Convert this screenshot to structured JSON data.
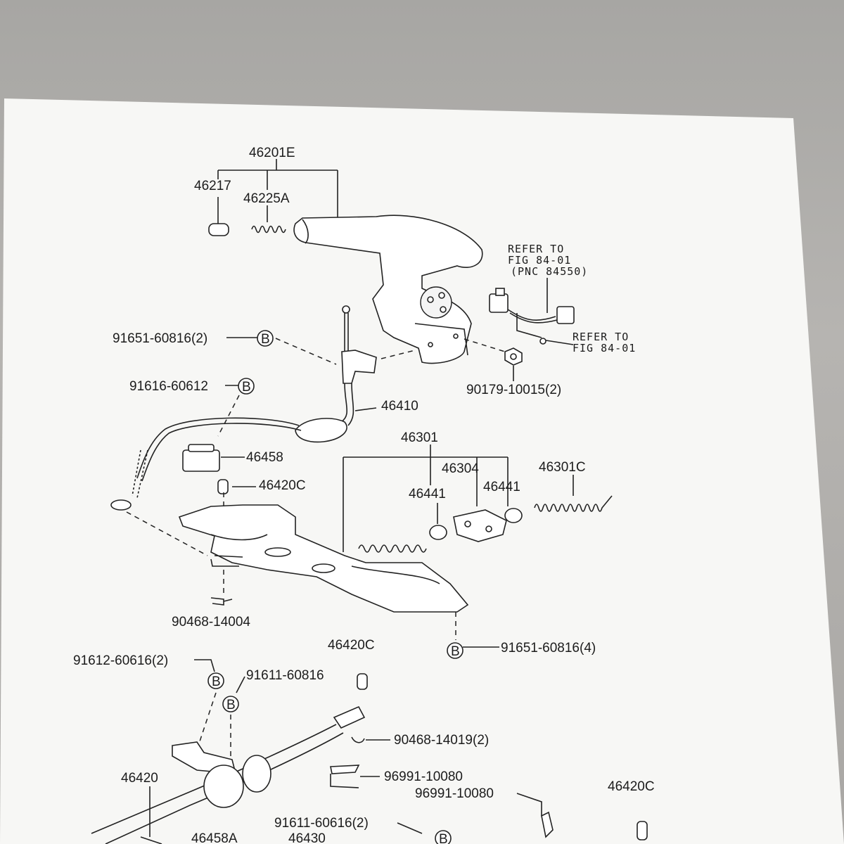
{
  "labels": {
    "l_46201E": "46201E",
    "l_46217": "46217",
    "l_46225A": "46225A",
    "l_refer_to_1": "REFER TO",
    "l_fig_8401_1": "FIG 84-01",
    "l_pnc": "(PNC 84550)",
    "l_refer_to_2": "REFER TO",
    "l_fig_8401_2": "FIG 84-01",
    "l_91651_60816_2": "91651-60816(2)",
    "l_91616_60612": "91616-60612",
    "l_90179": "90179-10015(2)",
    "l_46410": "46410",
    "l_46301": "46301",
    "l_46304": "46304",
    "l_46458": "46458",
    "l_46441_a": "46441",
    "l_46441_b": "46441",
    "l_46301C": "46301C",
    "l_46420C_a": "46420C",
    "l_90468_14004": "90468-14004",
    "l_91651_60816_4": "91651-60816(4)",
    "l_46420C_b": "46420C",
    "l_91612_60616": "91612-60616(2)",
    "l_91611_60816": "91611-60816",
    "l_90468_14019": "90468-14019(2)",
    "l_46420": "46420",
    "l_96991_a": "96991-10080",
    "l_96991_b": "96991-10080",
    "l_46420C_c": "46420C",
    "l_91611_60616": "91611-60616(2)",
    "l_46458A": "46458A",
    "l_46430": "46430",
    "bolt_marker": "B"
  }
}
